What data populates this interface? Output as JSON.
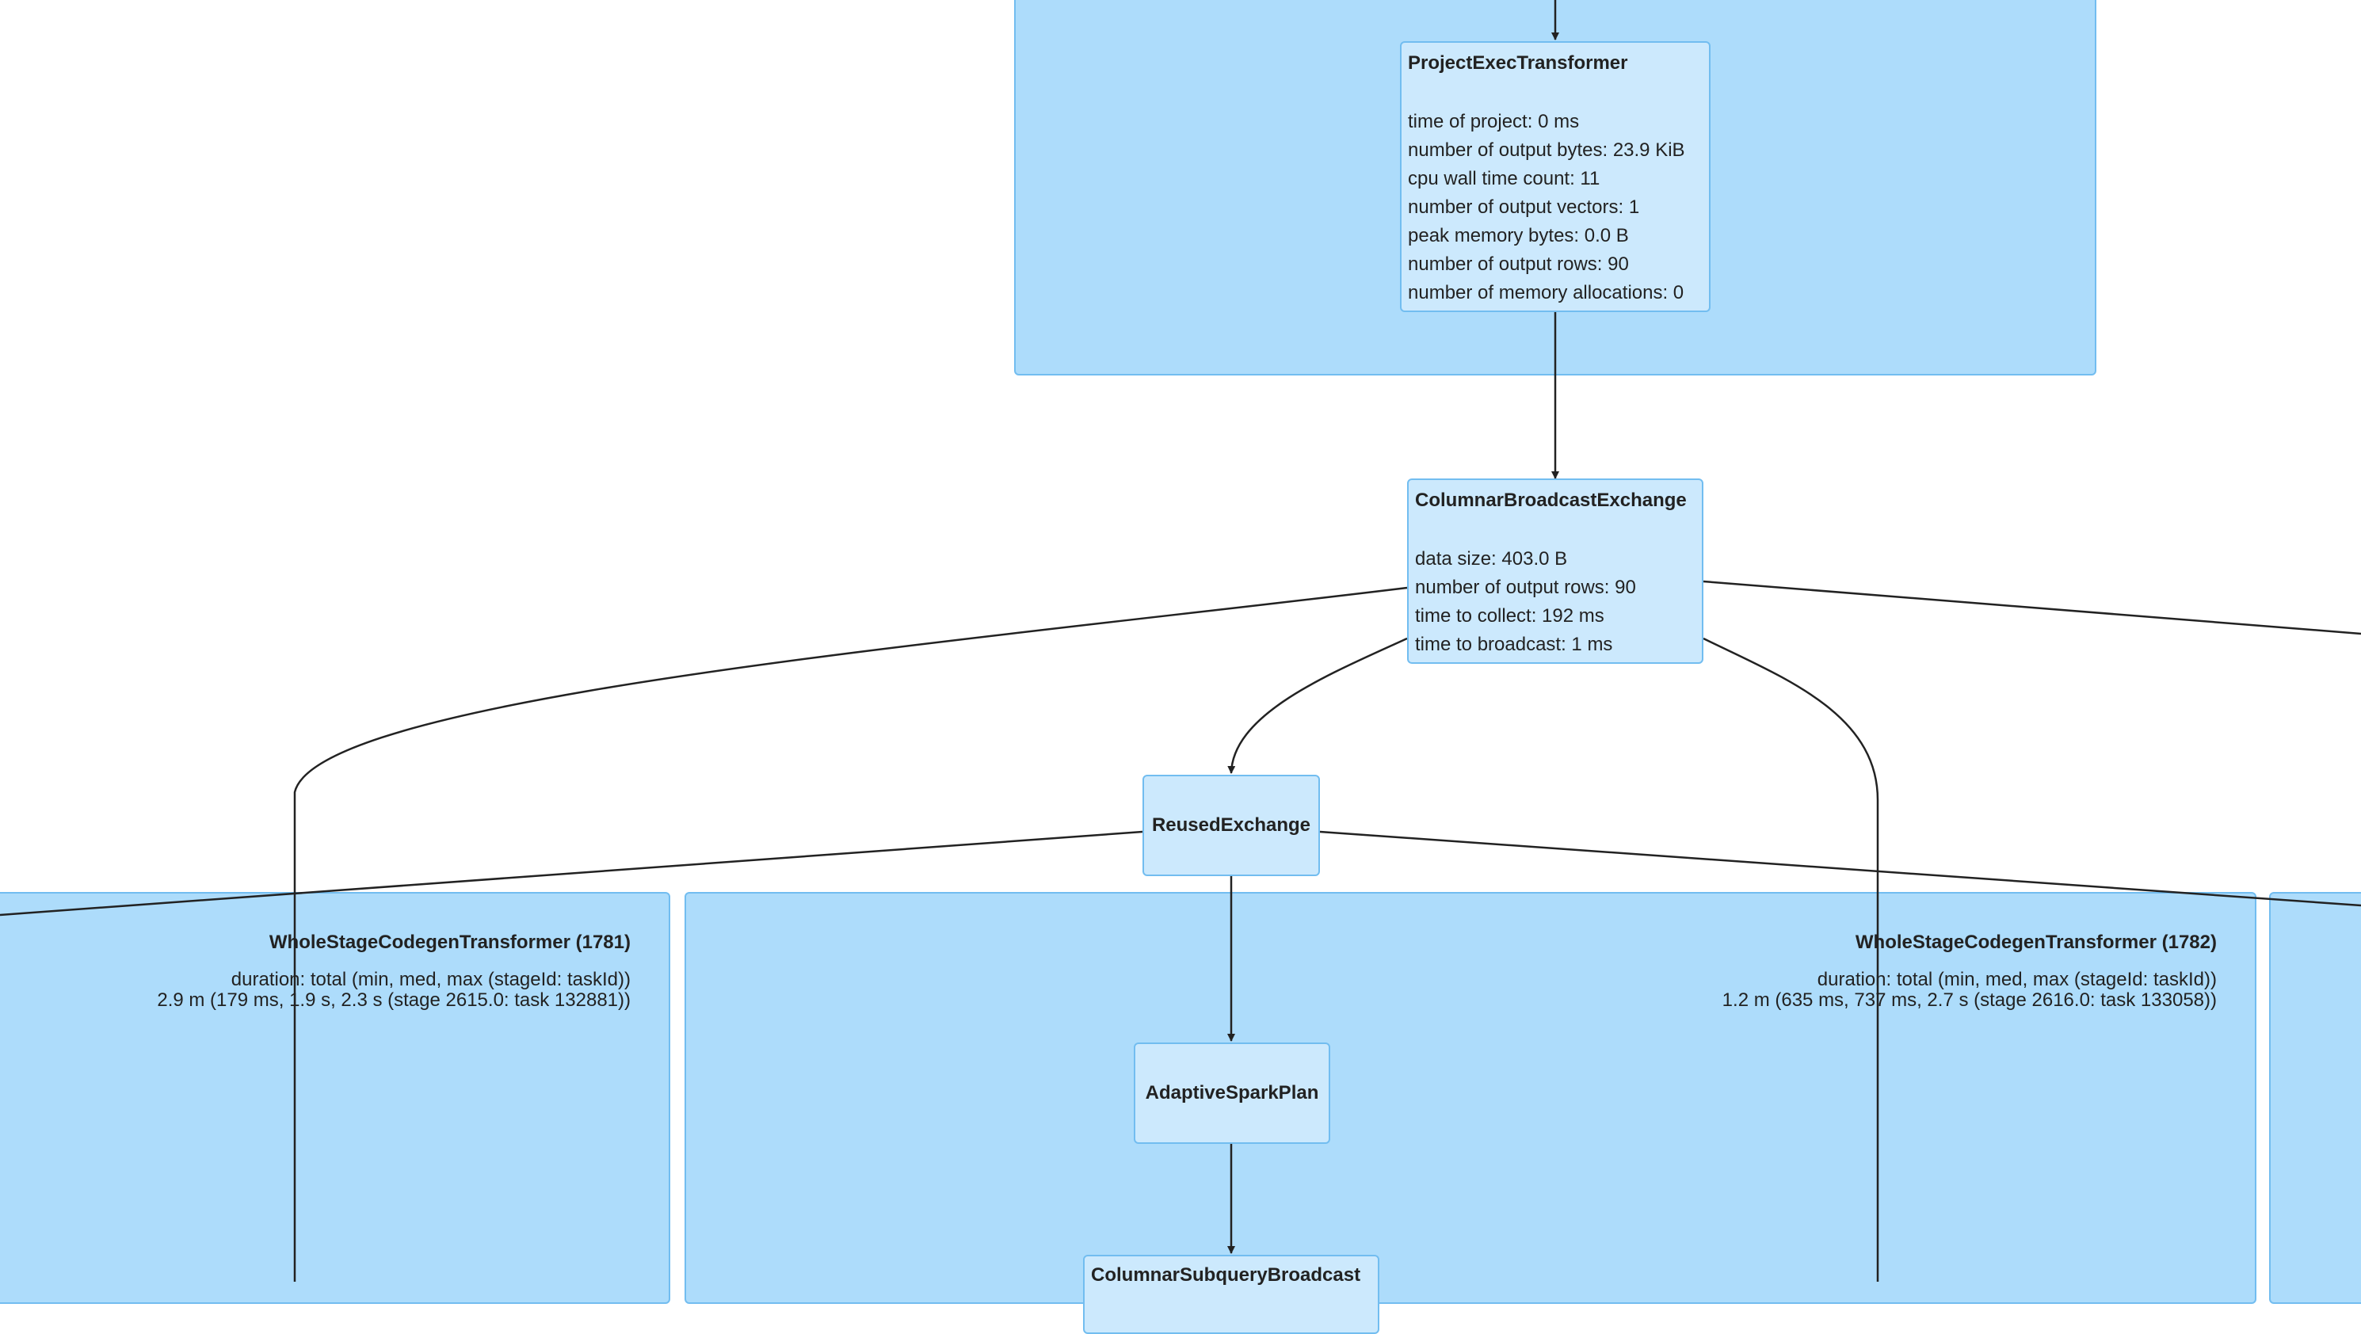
{
  "colors": {
    "background": "#ffffff",
    "cluster_fill": "#addcfb",
    "cluster_border": "#72bdf0",
    "node_fill": "#cce9fd",
    "edge": "#222222"
  },
  "clusters": {
    "wsc_1781": {
      "title": "WholeStageCodegenTransformer (1781)",
      "duration_header": "duration: total (min, med, max (stageId: taskId))",
      "duration_value": "2.9 m (179 ms, 1.9 s, 2.3 s (stage 2615.0: task 132881))"
    },
    "wsc_1782": {
      "title": "WholeStageCodegenTransformer (1782)",
      "duration_header": "duration: total (min, med, max (stageId: taskId))",
      "duration_value": "1.2 m (635 ms, 737 ms, 2.7 s (stage 2616.0: task 133058))"
    }
  },
  "nodes": {
    "project_exec": {
      "title": "ProjectExecTransformer",
      "metrics": [
        "time of project: 0 ms",
        "number of output bytes: 23.9 KiB",
        "cpu wall time count: 11",
        "number of output vectors: 1",
        "peak memory bytes: 0.0 B",
        "number of output rows: 90",
        "number of memory allocations: 0"
      ]
    },
    "broadcast_exchange": {
      "title": "ColumnarBroadcastExchange",
      "metrics": [
        "data size: 403.0 B",
        "number of output rows: 90",
        "time to collect: 192 ms",
        "time to broadcast: 1 ms"
      ]
    },
    "reused_exchange": {
      "title": "ReusedExchange"
    },
    "adaptive_spark_plan": {
      "title": "AdaptiveSparkPlan"
    },
    "subquery_broadcast": {
      "title": "ColumnarSubqueryBroadcast"
    }
  }
}
